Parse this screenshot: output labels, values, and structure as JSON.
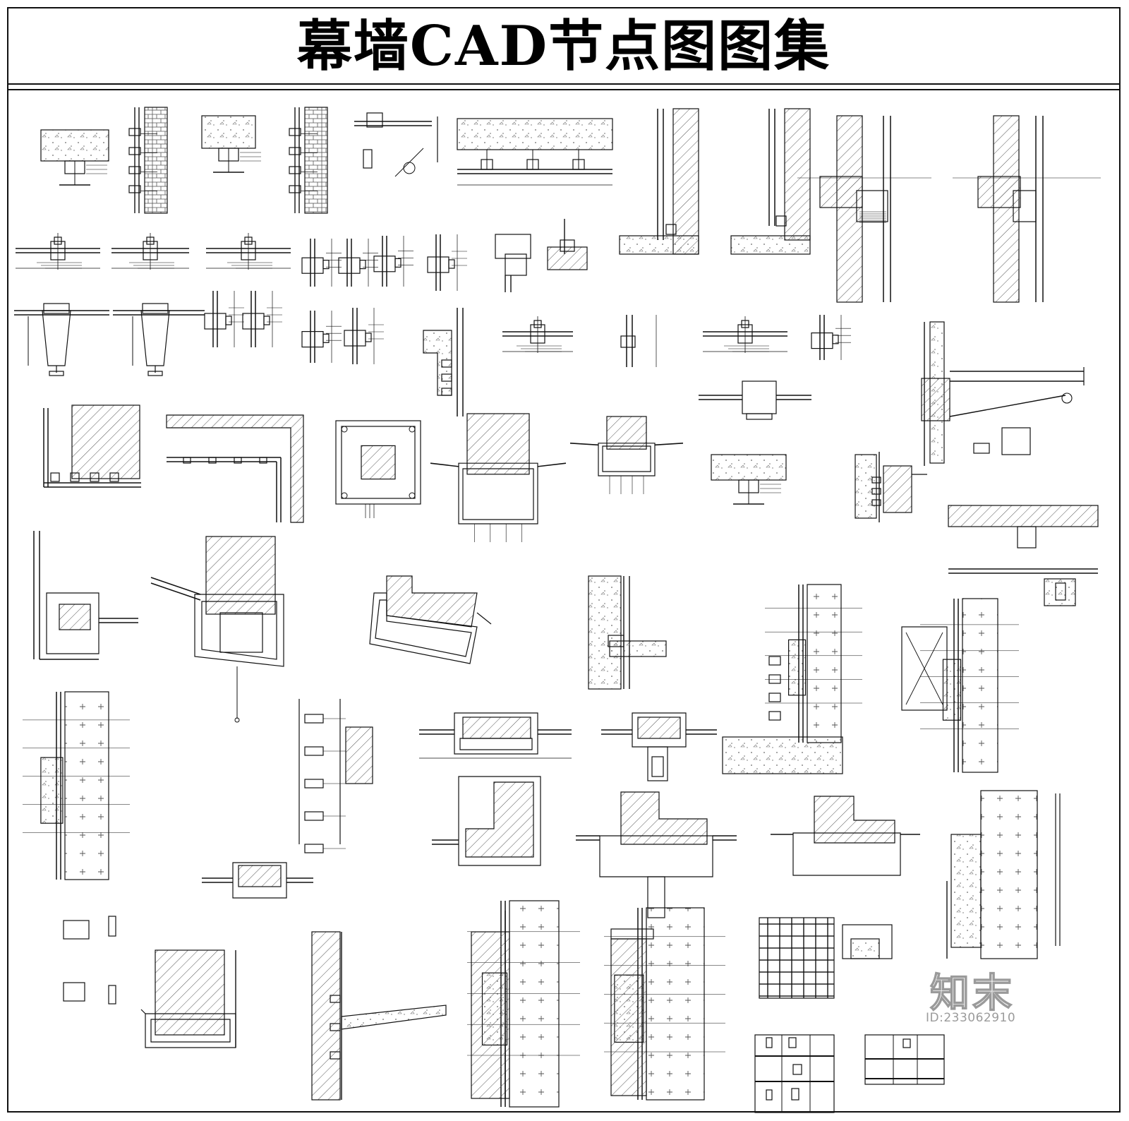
{
  "title": "幕墙CAD节点图图集",
  "watermark": {
    "logo": "知末",
    "id_text": "ID:233062910"
  },
  "colors": {
    "line": "#111111",
    "hatch": "#555555",
    "background": "#ffffff",
    "watermark": "#888888"
  }
}
